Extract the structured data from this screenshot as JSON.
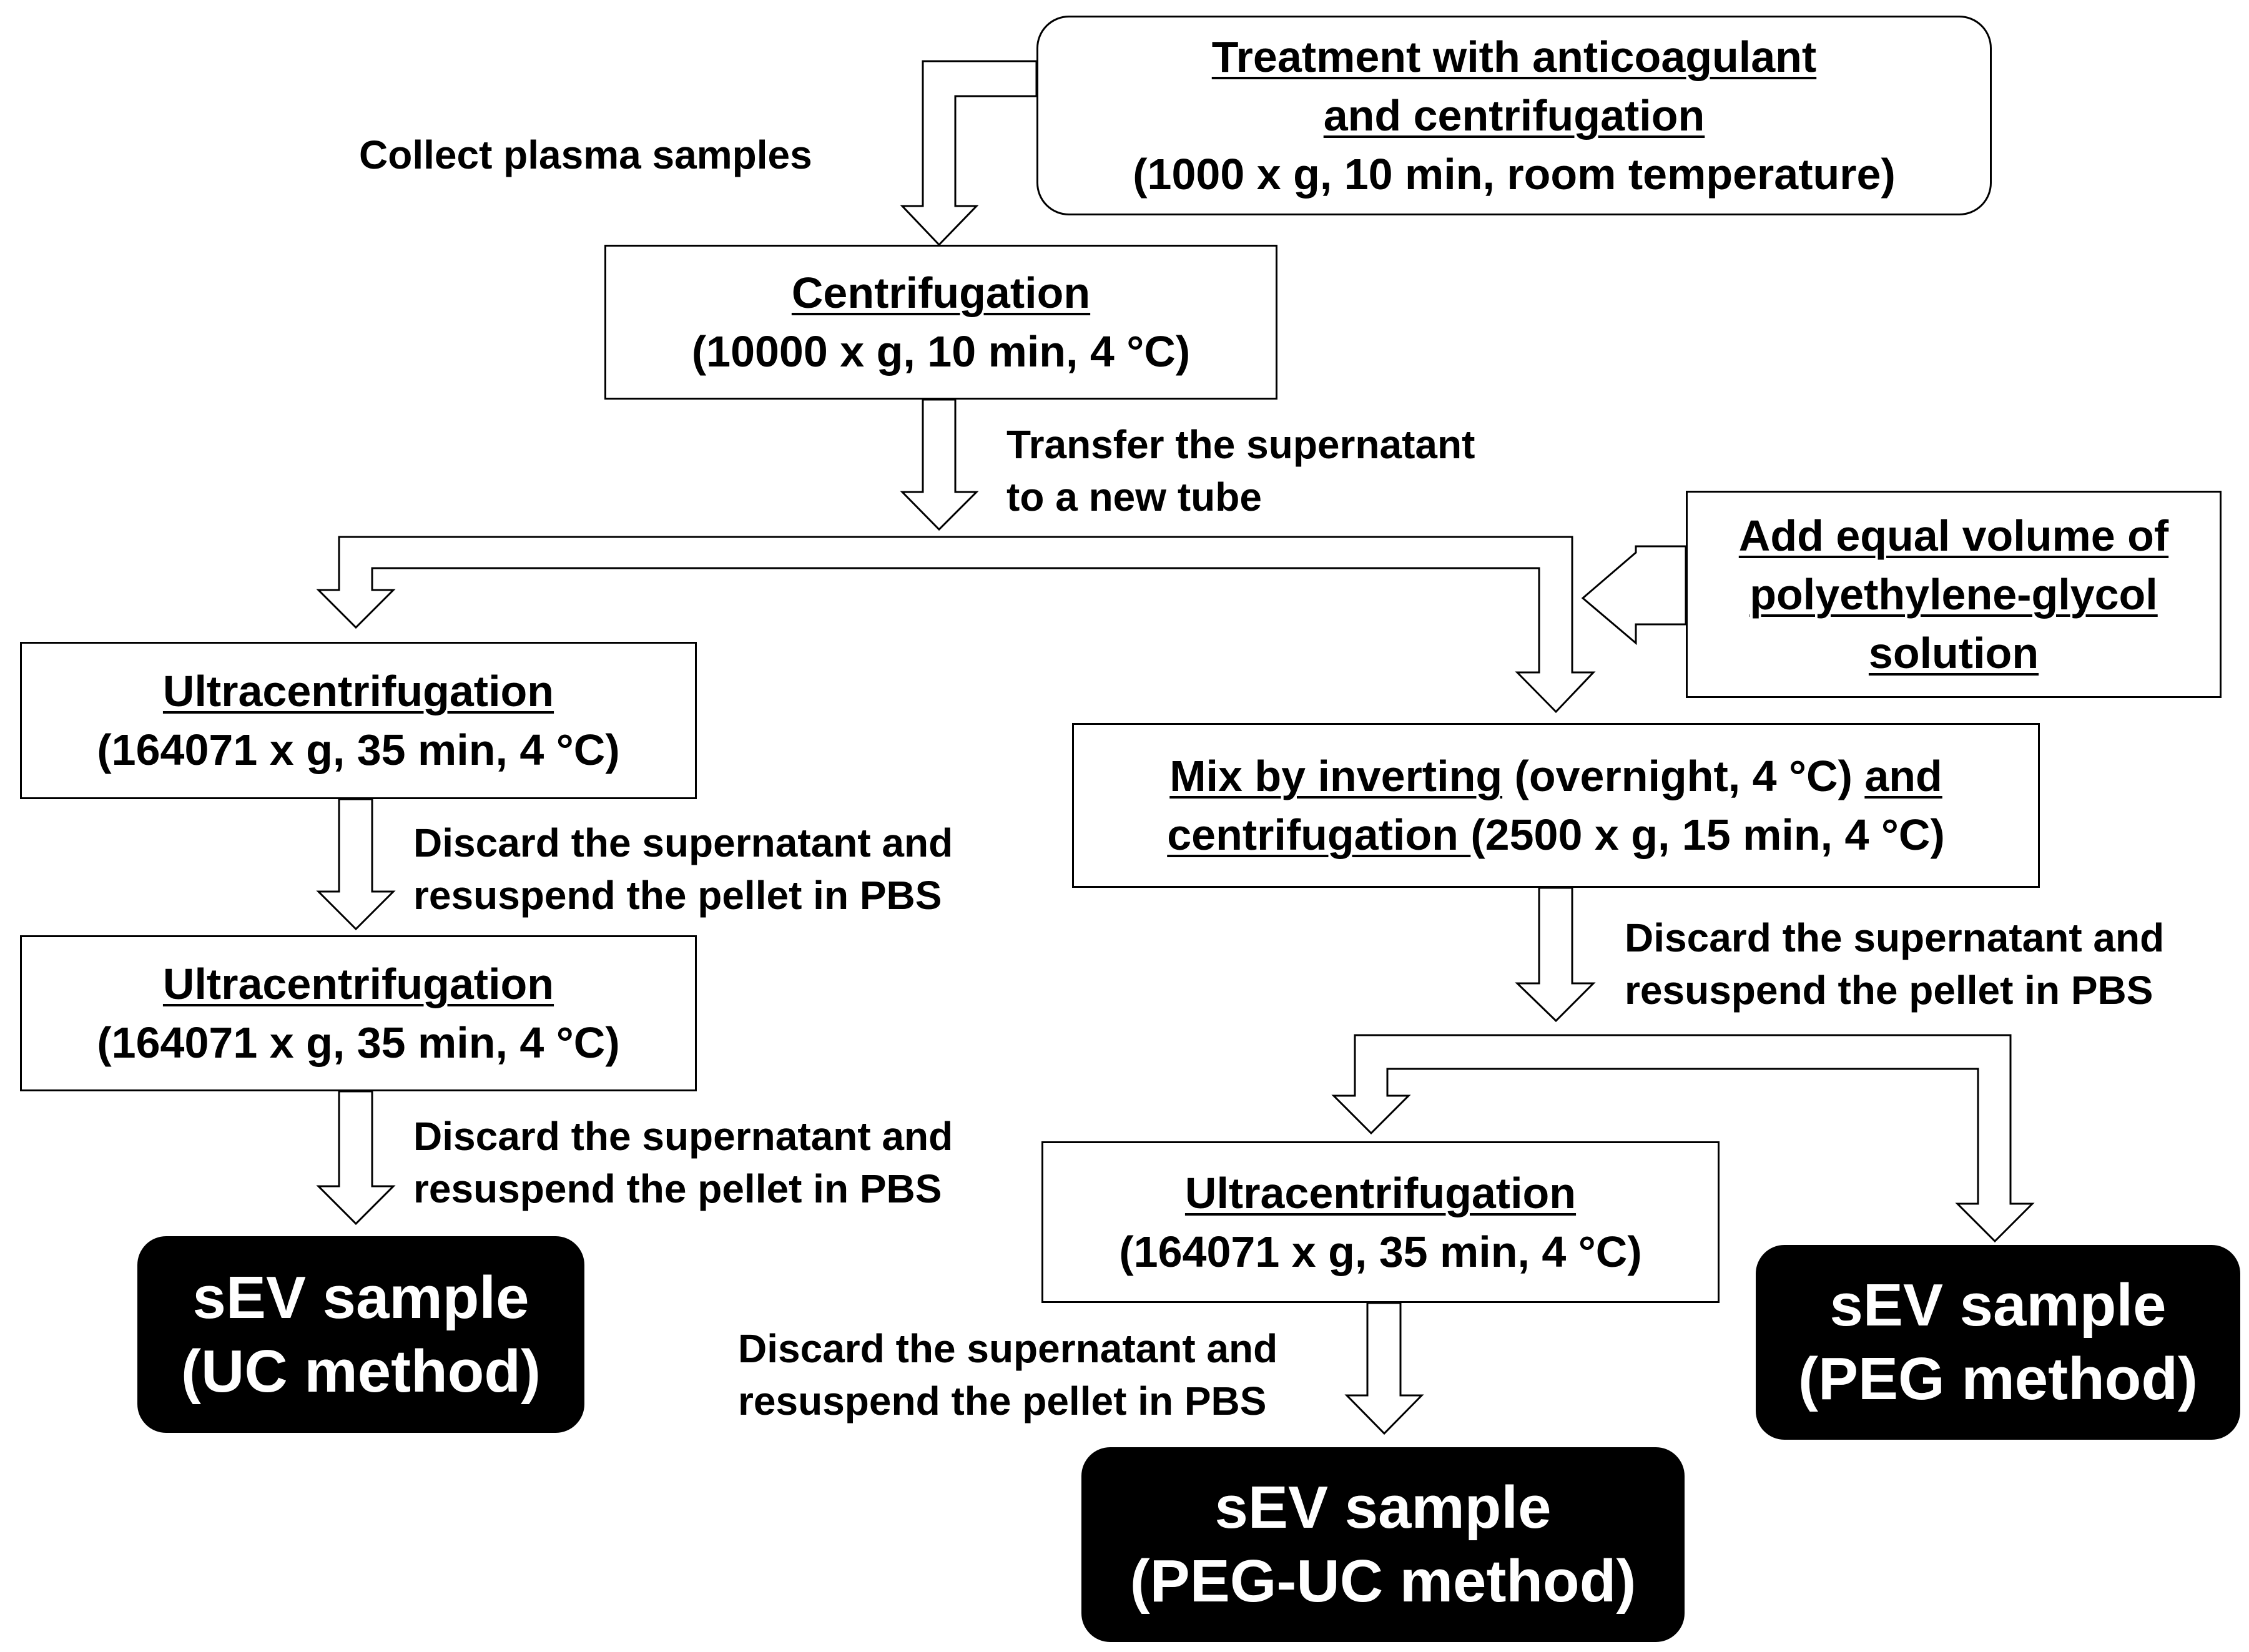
{
  "treatment": {
    "title_line1": "Treatment with anticoagulant",
    "title_line2": "and centrifugation",
    "params": "(1000 x g, 10 min, room temperature)"
  },
  "collect_label": "Collect plasma samples",
  "centrifugation": {
    "title": "Centrifugation",
    "params": "(10000 x g, 10 min, 4 °C)"
  },
  "transfer_label": {
    "line1": "Transfer the supernatant",
    "line2": "to a new tube"
  },
  "peg_add": {
    "line1": "Add equal volume of",
    "line2": "polyethylene-glycol",
    "line3": "solution"
  },
  "uc1": {
    "title": "Ultracentrifugation",
    "params": "(164071 x g, 35 min, 4 °C)"
  },
  "uc2": {
    "title": "Ultracentrifugation",
    "params": "(164071 x g, 35 min, 4 °C)"
  },
  "mix": {
    "part1": "Mix by inverting",
    "part2": " (overnight, 4 °C) ",
    "part3": "and",
    "part4": "centrifugation ",
    "part5": "(2500 x g, 15 min, 4 °C)"
  },
  "uc3": {
    "title": "Ultracentrifugation",
    "params": "(164071 x g, 35 min, 4 °C)"
  },
  "discard": {
    "line1": "Discard the supernatant and",
    "line2": "resuspend the pellet in PBS"
  },
  "results": {
    "uc": {
      "line1": "sEV sample",
      "line2": "(UC method)"
    },
    "peg": {
      "line1": "sEV sample",
      "line2": "(PEG method)"
    },
    "peg_uc": {
      "line1": "sEV sample",
      "line2": "(PEG-UC method)"
    }
  }
}
